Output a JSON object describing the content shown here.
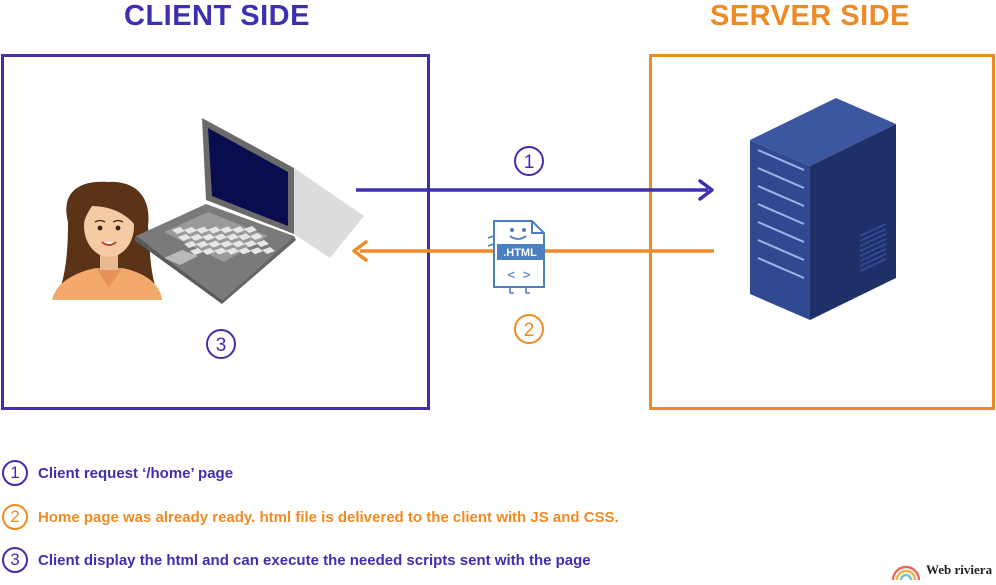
{
  "titles": {
    "client": "CLIENT SIDE",
    "server": "SERVER SIDE"
  },
  "colors": {
    "client": "#3e2fb0",
    "server": "#f08a24",
    "server_box": "#2b3f7a",
    "file_icon": "#4a7fc1"
  },
  "steps": [
    {
      "number": "1",
      "text": "Client request ‘/home’ page"
    },
    {
      "number": "2",
      "text": "Home page was already ready. html file is delivered to the client with JS and CSS."
    },
    {
      "number": "3",
      "text": "Client display the html and can execute the needed scripts sent with the page"
    }
  ],
  "file_label": ".HTML",
  "file_code": "< >",
  "brand": "Web riviera",
  "icons": [
    "person-icon",
    "laptop-icon",
    "server-icon",
    "html-file-icon",
    "rainbow-logo-icon"
  ]
}
